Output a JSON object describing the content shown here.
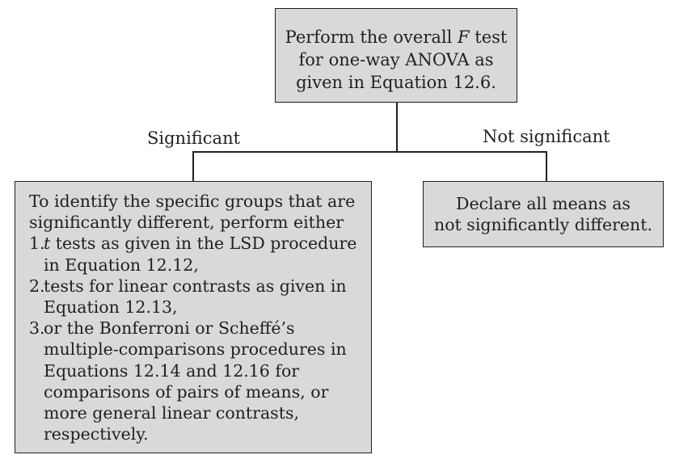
{
  "top_box": {
    "line1_pre": "Perform the overall ",
    "line1_var": "F",
    "line1_post": " test",
    "line2": "for one-way ANOVA as",
    "line3": "given in Equation 12.6."
  },
  "branches": {
    "significant_label": "Significant",
    "not_significant_label": "Not significant"
  },
  "left_box": {
    "intro_line1": "To identify the specific groups that are",
    "intro_line2": "significantly different, perform either",
    "steps": [
      {
        "number": "1.",
        "var": "t",
        "line1": " tests as given in the LSD procedure",
        "line2": "in Equation 12.12,"
      },
      {
        "number": "2.",
        "line1": "tests for linear contrasts as given in",
        "line2": "Equation 12.13,"
      },
      {
        "number": "3.",
        "line1": "or the Bonferroni or Scheffé’s",
        "line2": "multiple-comparisons procedures in",
        "line3": "Equations 12.14 and 12.16 for",
        "line4": "comparisons of pairs of means, or",
        "line5": "more general linear contrasts,",
        "line6": "respectively."
      }
    ]
  },
  "right_box": {
    "line1": "Declare all means as",
    "line2": "not significantly different."
  },
  "colors": {
    "box_fill": "#d9d9d9",
    "stroke": "#231f20",
    "background": "#ffffff"
  }
}
